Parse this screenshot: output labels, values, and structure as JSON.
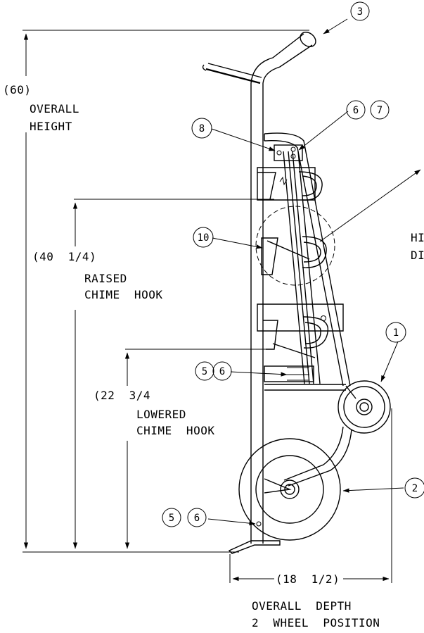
{
  "dimensions": {
    "overall_height": {
      "value": "(60)",
      "line1": "OVERALL",
      "line2": "HEIGHT"
    },
    "raised_hook": {
      "value": "(40  1/4)",
      "line1": "RAISED",
      "line2": "CHIME  HOOK"
    },
    "lowered_hook": {
      "value": "(22  3/4",
      "line1": "LOWERED",
      "line2": "CHIME  HOOK"
    },
    "overall_depth": {
      "value": "(18  1/2)",
      "line1": "OVERALL  DEPTH",
      "line2": "2  WHEEL  POSITION"
    }
  },
  "detail_label_partial": {
    "line1": "HI",
    "line2": "DI"
  },
  "balloons": {
    "b1": "1",
    "b2": "2",
    "b3": "3",
    "b5a": "5",
    "b6a": "6",
    "b5b": "5",
    "b6b": "6",
    "b6c": "6",
    "b7": "7",
    "b8": "8",
    "b10": "10"
  }
}
